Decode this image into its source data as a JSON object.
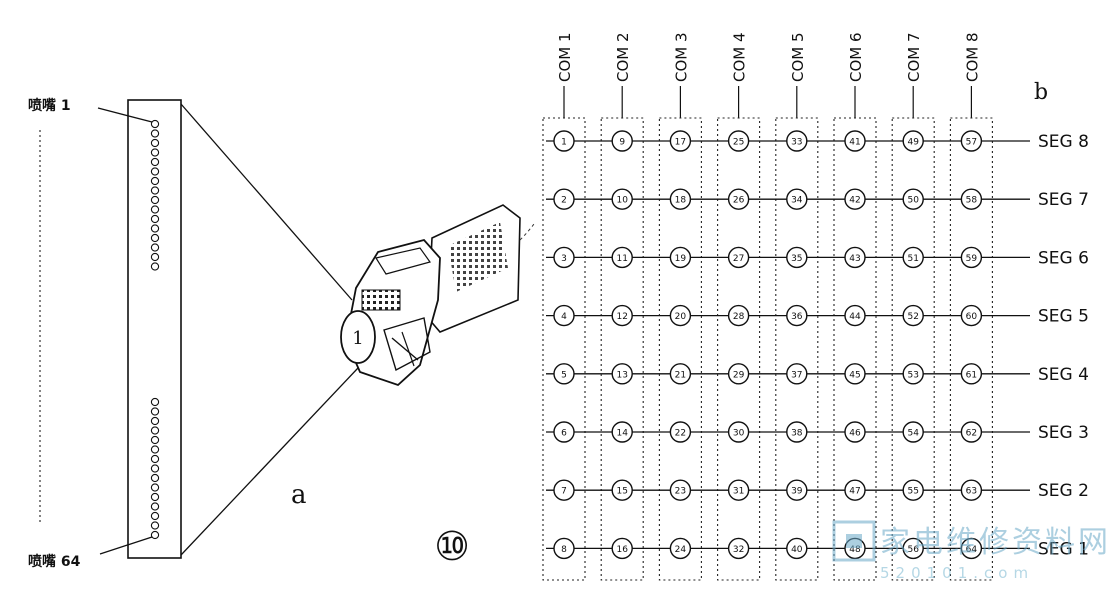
{
  "panel_a": {
    "letter": "a",
    "nozzle_first_label": "喷嘴 1",
    "nozzle_last_label": "喷嘴 64",
    "cartridge_callout": "1"
  },
  "figure_number": "⑩",
  "panel_b": {
    "letter": "b",
    "com_labels": [
      "COM 1",
      "COM 2",
      "COM 3",
      "COM 4",
      "COM 5",
      "COM 6",
      "COM 7",
      "COM 8"
    ],
    "seg_labels": [
      "SEG 8",
      "SEG 7",
      "SEG 6",
      "SEG 5",
      "SEG 4",
      "SEG 3",
      "SEG 2",
      "SEG 1"
    ]
  },
  "watermark": {
    "title": "家电维修资料网",
    "url": "520101.com"
  }
}
